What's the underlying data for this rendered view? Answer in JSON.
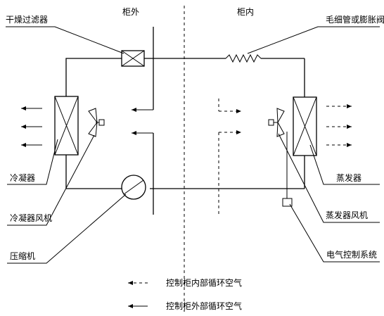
{
  "regions": {
    "outside": "柜外",
    "inside": "柜内"
  },
  "labels": {
    "dryer_filter": "干燥过滤器",
    "capillary": "毛细管或膨胀阀",
    "condenser": "冷凝器",
    "condenser_fan": "冷凝器风机",
    "compressor": "压缩机",
    "evaporator": "蒸发器",
    "evaporator_fan": "蒸发器风机",
    "control_system": "电气控制系统"
  },
  "legend": {
    "inside_air": "控制柜内部循环空气",
    "outside_air": "控制柜外部循环空气"
  }
}
